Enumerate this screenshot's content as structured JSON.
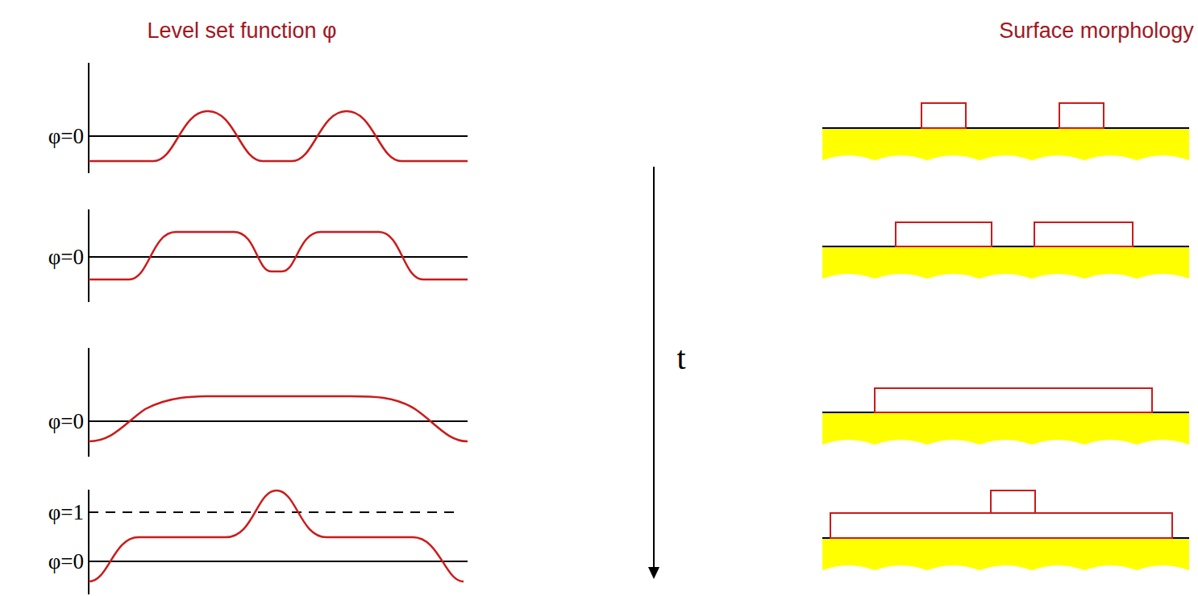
{
  "diagram": {
    "labels": [
      "Level set function φ",
      "Surface morphology",
      "φ=0",
      "φ=0",
      "φ=0",
      "φ=1",
      "φ=0",
      "t"
    ]
  }
}
